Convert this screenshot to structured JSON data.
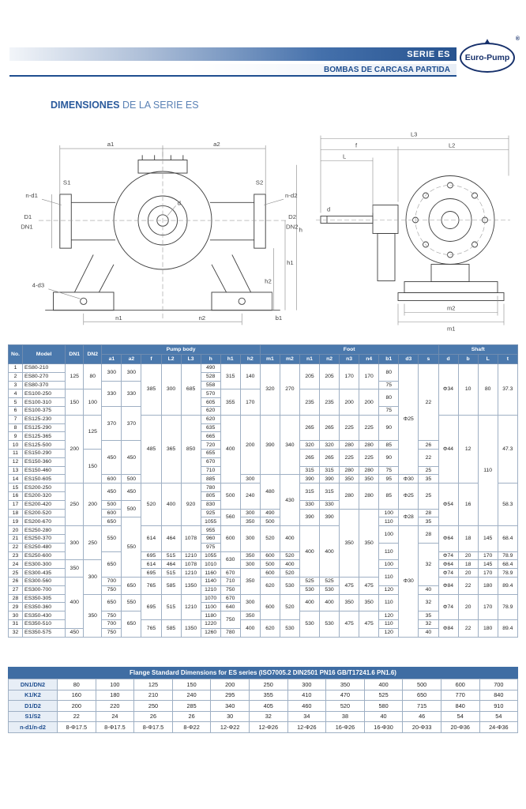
{
  "header": {
    "series_label": "SERIE ES",
    "subtitle": "BOMBAS DE CARCASA PARTIDA",
    "logo_text": "Euro-Pump",
    "registered": "®",
    "accent_color": "#1f4e8f"
  },
  "title": {
    "word1": "DIMENSIONES",
    "word2": " DE LA SERIE ES"
  },
  "drawings": {
    "front": {
      "a1": "a1",
      "a2": "a2",
      "s1": "S1",
      "s2": "S2",
      "nd1": "n-d1",
      "nd2": "n-d2",
      "D1": "D1",
      "DN1": "DN1",
      "D2": "D2",
      "DN2": "DN2",
      "h": "h",
      "h1": "h1",
      "h2": "h2",
      "d": "d",
      "four_d3": "4-d3",
      "b1": "b1",
      "n1": "n1",
      "n2": "n2"
    },
    "side": {
      "L3": "L3",
      "L2": "L2",
      "f": "f",
      "L": "L",
      "m1": "m1",
      "m2": "m2",
      "d": "d"
    }
  },
  "dimension_table": {
    "fixed": [
      "No.",
      "Model",
      "DN1",
      "DN2"
    ],
    "groups": {
      "pump_body": "Pump body",
      "foot": "Foot",
      "shaft": "Shaft"
    },
    "columns": [
      "a1",
      "a2",
      "f",
      "L2",
      "L3",
      "h",
      "h1",
      "h2",
      "m1",
      "m2",
      "n1",
      "n2",
      "n3",
      "n4",
      "b1",
      "d3",
      "s",
      "d",
      "b",
      "L",
      "t"
    ],
    "merge_columns": [
      2,
      3,
      4,
      5,
      6,
      7,
      8,
      10,
      11,
      12,
      13,
      14,
      15,
      16,
      17,
      18,
      19,
      20,
      21,
      22,
      23,
      24
    ],
    "rows": [
      [
        "1",
        "ES80-210",
        "125",
        "80",
        "300",
        "300",
        "385",
        "300",
        "685",
        "490",
        "315",
        "140",
        "320",
        "270",
        "205",
        "205",
        "170",
        "170",
        "80",
        "Φ25",
        "22",
        "Φ34",
        "10",
        "80",
        "37.3"
      ],
      [
        "2",
        "ES80-270",
        "125",
        "80",
        "300",
        "300",
        "385",
        "300",
        "685",
        "528",
        "315",
        "140",
        "320",
        "270",
        "205",
        "205",
        "170",
        "170",
        "80",
        "Φ25",
        "22",
        "Φ34",
        "10",
        "80",
        "37.3"
      ],
      [
        "3",
        "ES80-370",
        "125",
        "80",
        "330",
        "330",
        "385",
        "300",
        "685",
        "558",
        "315",
        "140",
        "320",
        "270",
        "205",
        "205",
        "170",
        "170",
        "75",
        "Φ25",
        "22",
        "Φ34",
        "10",
        "80",
        "37.3"
      ],
      [
        "4",
        "ES100-250",
        "150",
        "100",
        "330",
        "330",
        "385",
        "300",
        "685",
        "570",
        "355",
        "170",
        "320",
        "270",
        "235",
        "235",
        "200",
        "200",
        "80",
        "Φ25",
        "22",
        "Φ34",
        "10",
        "80",
        "37.3"
      ],
      [
        "5",
        "ES100-310",
        "150",
        "100",
        "330",
        "330",
        "385",
        "300",
        "685",
        "605",
        "355",
        "170",
        "320",
        "270",
        "235",
        "235",
        "200",
        "200",
        "80",
        "Φ25",
        "22",
        "Φ34",
        "10",
        "80",
        "37.3"
      ],
      [
        "6",
        "ES100-375",
        "150",
        "100",
        "370",
        "370",
        "385",
        "300",
        "685",
        "620",
        "355",
        "170",
        "320",
        "270",
        "235",
        "235",
        "200",
        "200",
        "75",
        "Φ25",
        "22",
        "Φ34",
        "10",
        "80",
        "37.3"
      ],
      [
        "7",
        "ES125-230",
        "200",
        "125",
        "370",
        "370",
        "485",
        "365",
        "850",
        "620",
        "400",
        "200",
        "390",
        "340",
        "265",
        "265",
        "225",
        "225",
        "90",
        "Φ25",
        "22",
        "Φ44",
        "12",
        "110",
        "47.3"
      ],
      [
        "8",
        "ES125-290",
        "200",
        "125",
        "370",
        "370",
        "485",
        "365",
        "850",
        "635",
        "400",
        "200",
        "390",
        "340",
        "265",
        "265",
        "225",
        "225",
        "90",
        "Φ25",
        "22",
        "Φ44",
        "12",
        "110",
        "47.3"
      ],
      [
        "9",
        "ES125-365",
        "200",
        "125",
        "370",
        "370",
        "485",
        "365",
        "850",
        "665",
        "400",
        "200",
        "390",
        "340",
        "265",
        "265",
        "225",
        "225",
        "90",
        "Φ25",
        "22",
        "Φ44",
        "12",
        "110",
        "47.3"
      ],
      [
        "10",
        "ES125-500",
        "200",
        "125",
        "450",
        "450",
        "485",
        "365",
        "850",
        "720",
        "400",
        "200",
        "390",
        "340",
        "320",
        "320",
        "280",
        "280",
        "85",
        "Φ25",
        "26",
        "Φ44",
        "12",
        "110",
        "47.3"
      ],
      [
        "11",
        "ES150-290",
        "200",
        "150",
        "450",
        "450",
        "485",
        "365",
        "850",
        "655",
        "400",
        "200",
        "390",
        "340",
        "265",
        "265",
        "225",
        "225",
        "90",
        "Φ25",
        "22",
        "Φ44",
        "12",
        "110",
        "47.3"
      ],
      [
        "12",
        "ES150-360",
        "200",
        "150",
        "450",
        "450",
        "485",
        "365",
        "850",
        "670",
        "400",
        "200",
        "390",
        "340",
        "265",
        "265",
        "225",
        "225",
        "90",
        "Φ25",
        "22",
        "Φ44",
        "12",
        "110",
        "47.3"
      ],
      [
        "13",
        "ES150-460",
        "200",
        "150",
        "450",
        "450",
        "485",
        "365",
        "850",
        "710",
        "400",
        "200",
        "390",
        "340",
        "315",
        "315",
        "280",
        "280",
        "75",
        "Φ25",
        "25",
        "Φ44",
        "12",
        "110",
        "47.3"
      ],
      [
        "14",
        "ES150-605",
        "200",
        "150",
        "600",
        "500",
        "485",
        "365",
        "850",
        "885",
        "400",
        "300",
        "480",
        "430",
        "390",
        "390",
        "350",
        "350",
        "95",
        "Φ30",
        "35",
        "Φ44",
        "12",
        "110",
        "47.3"
      ],
      [
        "15",
        "ES200-250",
        "250",
        "200",
        "450",
        "450",
        "520",
        "400",
        "920",
        "780",
        "500",
        "240",
        "480",
        "430",
        "315",
        "315",
        "280",
        "280",
        "85",
        "Φ25",
        "25",
        "Φ54",
        "16",
        "110",
        "58.3"
      ],
      [
        "16",
        "ES200-320",
        "250",
        "200",
        "450",
        "450",
        "520",
        "400",
        "920",
        "805",
        "500",
        "240",
        "480",
        "430",
        "315",
        "315",
        "280",
        "280",
        "85",
        "Φ25",
        "25",
        "Φ54",
        "16",
        "110",
        "58.3"
      ],
      [
        "17",
        "ES200-420",
        "250",
        "200",
        "500",
        "500",
        "520",
        "400",
        "920",
        "830",
        "500",
        "240",
        "480",
        "430",
        "330",
        "330",
        "280",
        "280",
        "85",
        "Φ25",
        "25",
        "Φ54",
        "16",
        "110",
        "58.3"
      ],
      [
        "18",
        "ES200-520",
        "250",
        "200",
        "600",
        "500",
        "520",
        "400",
        "920",
        "925",
        "560",
        "300",
        "490",
        "430",
        "390",
        "390",
        "350",
        "350",
        "100",
        "Φ28",
        "28",
        "Φ54",
        "16",
        "110",
        "58.3"
      ],
      [
        "19",
        "ES200-670",
        "250",
        "200",
        "650",
        "550",
        "520",
        "400",
        "920",
        "1055",
        "560",
        "350",
        "500",
        "430",
        "390",
        "390",
        "350",
        "350",
        "110",
        "Φ28",
        "35",
        "Φ54",
        "16",
        "110",
        "58.3"
      ],
      [
        "20",
        "ES250-280",
        "300",
        "250",
        "550",
        "550",
        "614",
        "464",
        "1078",
        "955",
        "600",
        "300",
        "520",
        "400",
        "400",
        "400",
        "350",
        "350",
        "100",
        "Φ30",
        "28",
        "Φ64",
        "18",
        "145",
        "68.4"
      ],
      [
        "21",
        "ES250-370",
        "300",
        "250",
        "550",
        "550",
        "614",
        "464",
        "1078",
        "960",
        "600",
        "300",
        "520",
        "400",
        "400",
        "400",
        "350",
        "350",
        "100",
        "Φ30",
        "28",
        "Φ64",
        "18",
        "145",
        "68.4"
      ],
      [
        "22",
        "ES250-480",
        "300",
        "250",
        "550",
        "550",
        "614",
        "464",
        "1078",
        "975",
        "600",
        "300",
        "520",
        "400",
        "400",
        "400",
        "350",
        "350",
        "110",
        "Φ30",
        "32",
        "Φ64",
        "18",
        "145",
        "68.4"
      ],
      [
        "23",
        "ES250-600",
        "300",
        "250",
        "650",
        "550",
        "695",
        "515",
        "1210",
        "1055",
        "630",
        "350",
        "600",
        "520",
        "400",
        "400",
        "350",
        "350",
        "110",
        "Φ30",
        "32",
        "Φ74",
        "20",
        "170",
        "78.9"
      ],
      [
        "24",
        "ES300-300",
        "350",
        "300",
        "650",
        "550",
        "614",
        "464",
        "1078",
        "1010",
        "630",
        "300",
        "500",
        "400",
        "400",
        "400",
        "350",
        "350",
        "100",
        "Φ30",
        "32",
        "Φ64",
        "18",
        "145",
        "68.4"
      ],
      [
        "25",
        "ES300-435",
        "350",
        "300",
        "650",
        "550",
        "695",
        "515",
        "1210",
        "1160",
        "670",
        "350",
        "600",
        "520",
        "400",
        "400",
        "350",
        "350",
        "110",
        "Φ30",
        "32",
        "Φ74",
        "20",
        "170",
        "78.9"
      ],
      [
        "26",
        "ES300-560",
        "400",
        "300",
        "700",
        "650",
        "765",
        "585",
        "1350",
        "1140",
        "710",
        "350",
        "620",
        "530",
        "525",
        "525",
        "475",
        "475",
        "110",
        "Φ30",
        "32",
        "Φ84",
        "22",
        "180",
        "89.4"
      ],
      [
        "27",
        "ES300-700",
        "400",
        "300",
        "750",
        "650",
        "765",
        "585",
        "1350",
        "1210",
        "750",
        "350",
        "620",
        "530",
        "530",
        "530",
        "475",
        "475",
        "120",
        "Φ30",
        "40",
        "Φ84",
        "22",
        "180",
        "89.4"
      ],
      [
        "28",
        "ES350-305",
        "400",
        "350",
        "650",
        "550",
        "695",
        "515",
        "1210",
        "1070",
        "670",
        "300",
        "600",
        "520",
        "400",
        "400",
        "350",
        "350",
        "110",
        "Φ30",
        "32",
        "Φ74",
        "20",
        "170",
        "78.9"
      ],
      [
        "29",
        "ES350-360",
        "400",
        "350",
        "650",
        "550",
        "695",
        "515",
        "1210",
        "1100",
        "640",
        "300",
        "600",
        "520",
        "400",
        "400",
        "350",
        "350",
        "110",
        "Φ30",
        "32",
        "Φ74",
        "20",
        "170",
        "78.9"
      ],
      [
        "30",
        "ES350-430",
        "400",
        "350",
        "750",
        "650",
        "695",
        "515",
        "1210",
        "1180",
        "750",
        "350",
        "600",
        "520",
        "530",
        "530",
        "475",
        "475",
        "120",
        "Φ30",
        "35",
        "Φ74",
        "20",
        "170",
        "78.9"
      ],
      [
        "31",
        "ES350-510",
        "400",
        "350",
        "700",
        "650",
        "765",
        "585",
        "1350",
        "1220",
        "750",
        "400",
        "620",
        "530",
        "530",
        "530",
        "475",
        "475",
        "110",
        "Φ30",
        "32",
        "Φ84",
        "22",
        "180",
        "89.4"
      ],
      [
        "32",
        "ES350-575",
        "450",
        "350",
        "750",
        "650",
        "765",
        "585",
        "1350",
        "1260",
        "780",
        "400",
        "620",
        "530",
        "530",
        "530",
        "475",
        "475",
        "120",
        "Φ30",
        "40",
        "Φ84",
        "22",
        "180",
        "89.4"
      ]
    ]
  },
  "flange_table": {
    "title": "Flange Standard Dimensions for ES series (ISO7005.2    DIN2501 PN16    GB/T17241.6 PN1.6)",
    "rows": [
      [
        "DN1/DN2",
        "80",
        "100",
        "125",
        "150",
        "200",
        "250",
        "300",
        "350",
        "400",
        "500",
        "600",
        "700"
      ],
      [
        "K1/K2",
        "160",
        "180",
        "210",
        "240",
        "295",
        "355",
        "410",
        "470",
        "525",
        "650",
        "770",
        "840"
      ],
      [
        "D1/D2",
        "200",
        "220",
        "250",
        "285",
        "340",
        "405",
        "460",
        "520",
        "580",
        "715",
        "840",
        "910"
      ],
      [
        "S1/S2",
        "22",
        "24",
        "26",
        "26",
        "30",
        "32",
        "34",
        "38",
        "40",
        "46",
        "54",
        "54"
      ],
      [
        "n-d1/n-d2",
        "8-Φ17.5",
        "8-Φ17.5",
        "8-Φ17.5",
        "8-Φ22",
        "12-Φ22",
        "12-Φ26",
        "12-Φ26",
        "16-Φ26",
        "16-Φ30",
        "20-Φ33",
        "20-Φ36",
        "24-Φ36"
      ]
    ]
  }
}
